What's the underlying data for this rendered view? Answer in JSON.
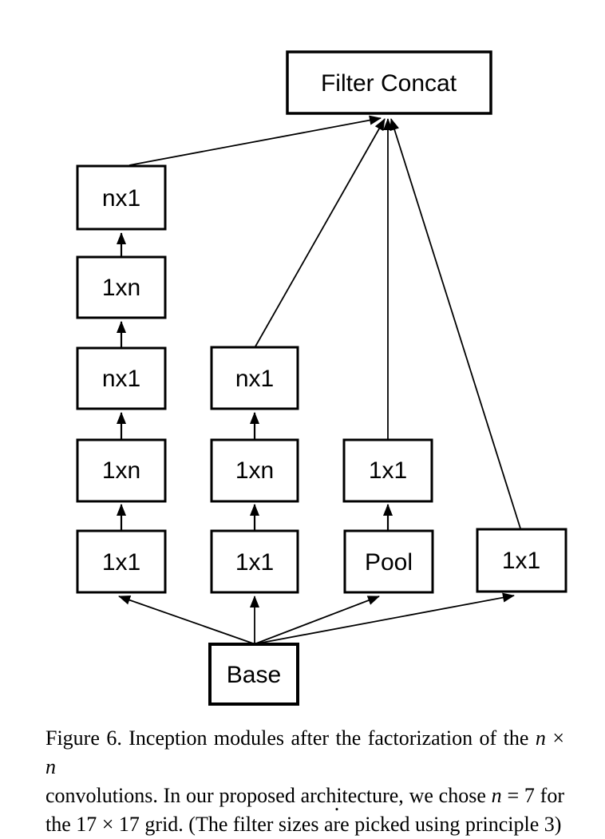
{
  "page": {
    "background": "#ffffff",
    "ink": "#000000"
  },
  "labels": {
    "filter_concat": "Filter Concat",
    "nx1": "nx1",
    "1xn": "1xn",
    "1x1": "1x1",
    "pool": "Pool",
    "base": "Base"
  },
  "diagram": {
    "nodes": [
      {
        "id": "filter_concat",
        "label": "Filter Concat"
      },
      {
        "id": "branch1",
        "labels_bottom_to_top": [
          "1x1",
          "1xn",
          "nx1",
          "1xn",
          "nx1"
        ]
      },
      {
        "id": "branch2",
        "labels_bottom_to_top": [
          "1x1",
          "1xn",
          "nx1"
        ]
      },
      {
        "id": "branch3",
        "labels_bottom_to_top": [
          "Pool",
          "1x1"
        ]
      },
      {
        "id": "branch4",
        "labels_bottom_to_top": [
          "1x1"
        ]
      },
      {
        "id": "base",
        "label": "Base"
      }
    ],
    "edges": "Base feeds all four branches; each branch stack feeds upward into Filter Concat"
  },
  "caption": {
    "line1": {
      "pre": "Figure 6. Inception modules after the factorization of the ",
      "n1": "n",
      "mid": " × ",
      "n2": "n"
    },
    "line2": {
      "pre": "convolutions.  In our proposed architecture, we chose ",
      "n": "n",
      "post": " = 7 for"
    },
    "line3": "the 17 × 17 grid. (The filter sizes are picked using principle 3)",
    "trailing_period": "."
  }
}
